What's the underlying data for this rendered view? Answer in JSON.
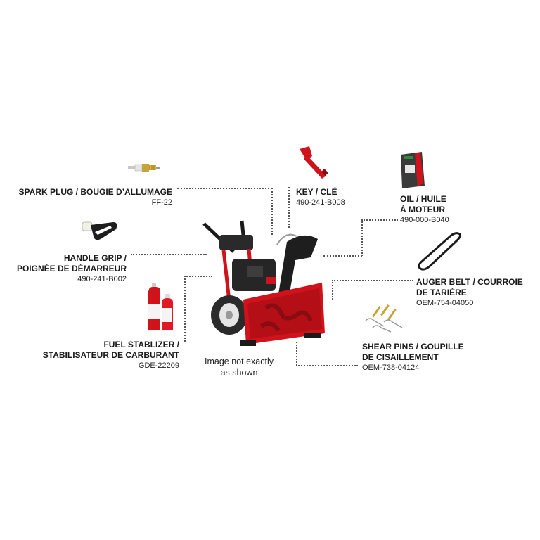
{
  "parts": {
    "spark_plug": {
      "title": "SPARK PLUG / BOUGIE D’ALLUMAGE",
      "code": "FF-22"
    },
    "handle_grip": {
      "title_line1": "HANDLE GRIP /",
      "title_line2": "POIGNÉE DE DÉMARREUR",
      "code": "490-241-B002"
    },
    "fuel_stabilizer": {
      "title_line1": "FUEL STABLIZER /",
      "title_line2": "STABILISATEUR DE CARBURANT",
      "code": "GDE-22209"
    },
    "key": {
      "title": "KEY / CLÉ",
      "code": "490-241-B008"
    },
    "oil": {
      "title_line1": "OIL / HUILE",
      "title_line2": "À MOTEUR",
      "code": "490-000-B040"
    },
    "auger_belt": {
      "title_line1": "AUGER BELT / COURROIE",
      "title_line2": "DE TARIÈRE",
      "code": "OEM-754-04050"
    },
    "shear_pins": {
      "title_line1": "SHEAR PINS / GOUPILLE",
      "title_line2": "DE CISAILLEMENT",
      "code": "OEM-738-04124"
    }
  },
  "disclaimer_line1": "Image not exactly",
  "disclaimer_line2": "as shown",
  "colors": {
    "accent_red": "#d0121b",
    "leader": "#555555"
  }
}
